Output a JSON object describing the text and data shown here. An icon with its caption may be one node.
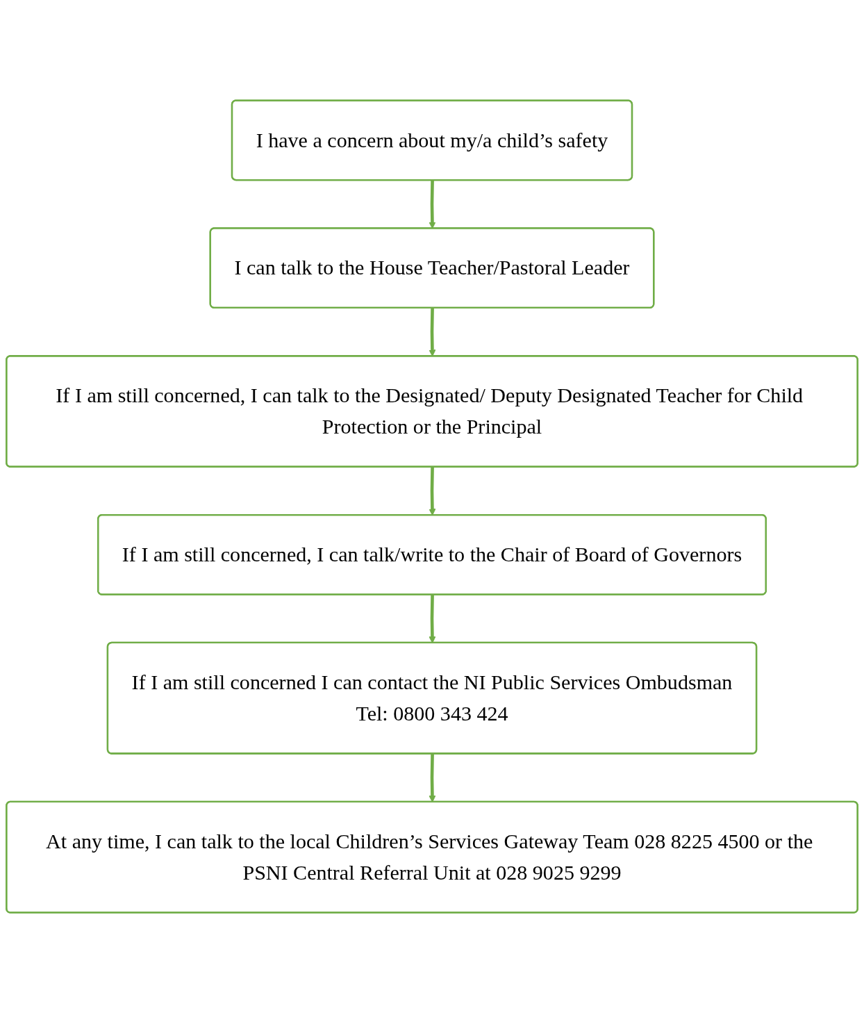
{
  "diagram": {
    "nodes": [
      {
        "text": [
          "I have a concern about my/a child’s safety"
        ]
      },
      {
        "text": [
          "I can talk to the House Teacher/Pastoral Leader"
        ]
      },
      {
        "text": [
          "If I am still concerned, I can talk to the Designated/ Deputy Designated Teacher for Child Protection or the Principal"
        ]
      },
      {
        "text": [
          "If I am still concerned, I can talk/write to the Chair of Board of Governors"
        ]
      },
      {
        "text": [
          "If I am still concerned I can contact the NI Public Services Ombudsman",
          "Tel: 0800 343 424"
        ]
      },
      {
        "text": [
          "At any time, I can talk to the local Children’s Services Gateway Team 028 8225 4500 or the PSNI Central Referral Unit at 028 9025 9299"
        ]
      }
    ],
    "edges": [
      {
        "from": 0,
        "to": 1,
        "arrow": "to"
      },
      {
        "from": 1,
        "to": 2,
        "arrow": "to"
      },
      {
        "from": 2,
        "to": 3,
        "arrow": "to"
      },
      {
        "from": 3,
        "to": 4,
        "arrow": "to"
      },
      {
        "from": 4,
        "to": 5,
        "arrow": "to"
      }
    ]
  }
}
